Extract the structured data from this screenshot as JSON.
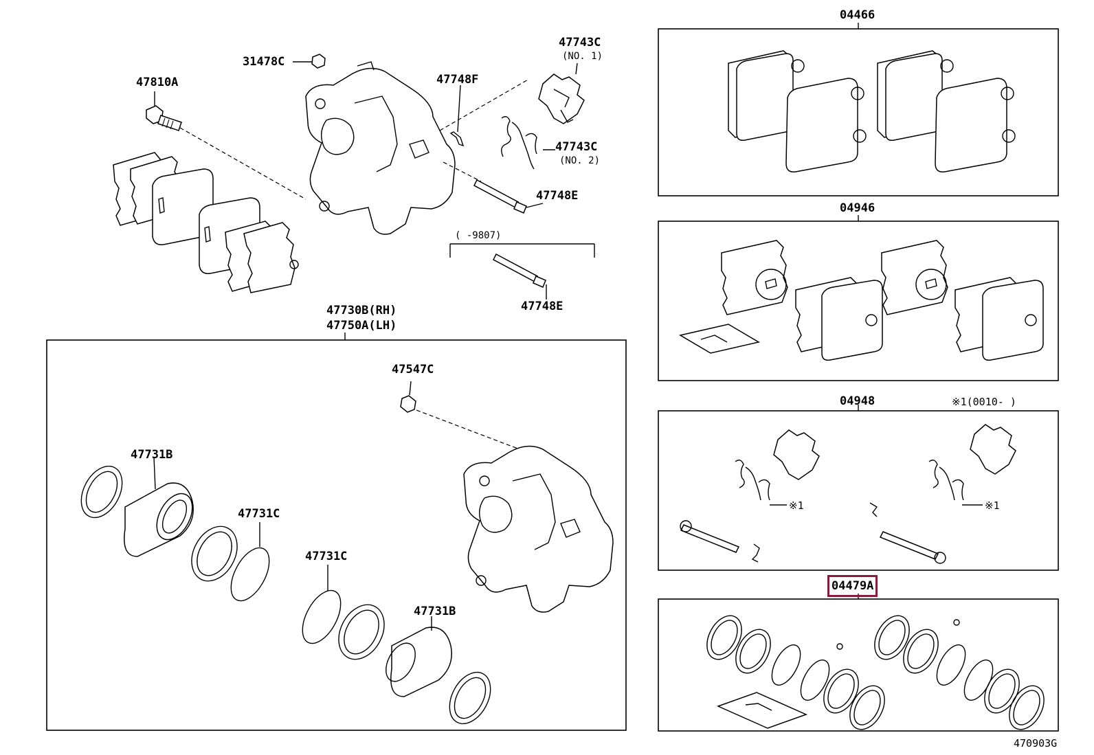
{
  "labels": {
    "p31478C": "31478C",
    "p47810A": "47810A",
    "p47748F": "47748F",
    "p47743C_1": "47743C",
    "p47743C_1_sub": "(NO. 1)",
    "p47743C_2": "47743C",
    "p47743C_2_sub": "(NO. 2)",
    "p47748E_a": "47748E",
    "p47748E_b": "47748E",
    "range_9807": "(      -9807)",
    "p47730B": "47730B(RH)",
    "p47750A": "47750A(LH)",
    "p47547C": "47547C",
    "p47731B_a": "47731B",
    "p47731C_a": "47731C",
    "p47731C_b": "47731C",
    "p47731B_b": "47731B",
    "kit_04466": "04466",
    "kit_04946": "04946",
    "kit_04948": "04948",
    "note_x1": "※1(0010-     )",
    "x1_a": "※1",
    "x1_b": "※1",
    "kit_04479A": "04479A",
    "diagram_code": "470903G"
  },
  "highlight": {
    "part": "04479A",
    "color": "#8b1a3a"
  }
}
